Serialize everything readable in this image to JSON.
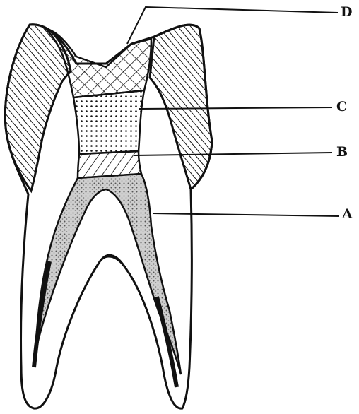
{
  "diagram": {
    "labels": {
      "d": "D",
      "c": "C",
      "b": "B",
      "a": "A"
    },
    "colors": {
      "ink": "#111111",
      "paper": "#ffffff",
      "stipple": "#9a9a9a"
    }
  }
}
